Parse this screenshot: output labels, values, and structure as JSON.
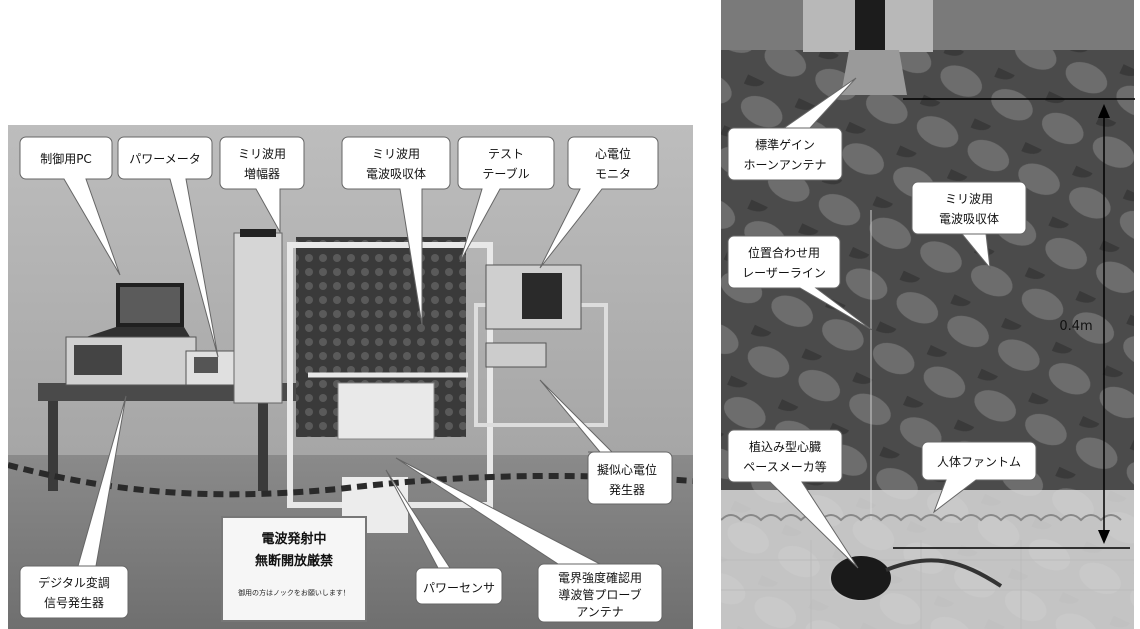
{
  "left_photo": {
    "labels": {
      "control_pc": "制御用PC",
      "power_meter": "パワーメータ",
      "mmwave_amp": [
        "ミリ波用",
        "増幅器"
      ],
      "mmwave_absorber": [
        "ミリ波用",
        "電波吸収体"
      ],
      "test_table": [
        "テスト",
        "テーブル"
      ],
      "ecg_monitor": [
        "心電位",
        "モニタ"
      ],
      "pseudo_ecg_gen": [
        "擬似心電位",
        "発生器"
      ],
      "digital_mod_gen": [
        "デジタル変調",
        "信号発生器"
      ],
      "power_sensor": "パワーセンサ",
      "field_probe": [
        "電界強度確認用",
        "導波管プローブ",
        "アンテナ"
      ]
    },
    "sign": {
      "line1": "電波発射中",
      "line2": "無断開放厳禁",
      "line3": "御用の方はノックをお願いします！"
    }
  },
  "right_photo": {
    "labels": {
      "horn_antenna": [
        "標準ゲイン",
        "ホーンアンテナ"
      ],
      "mmwave_absorber": [
        "ミリ波用",
        "電波吸収体"
      ],
      "laser_line": [
        "位置合わせ用",
        "レーザーライン"
      ],
      "pacemaker": [
        "植込み型心臓",
        "ペースメーカ等"
      ],
      "phantom": "人体ファントム"
    },
    "distance": "0.4m"
  }
}
